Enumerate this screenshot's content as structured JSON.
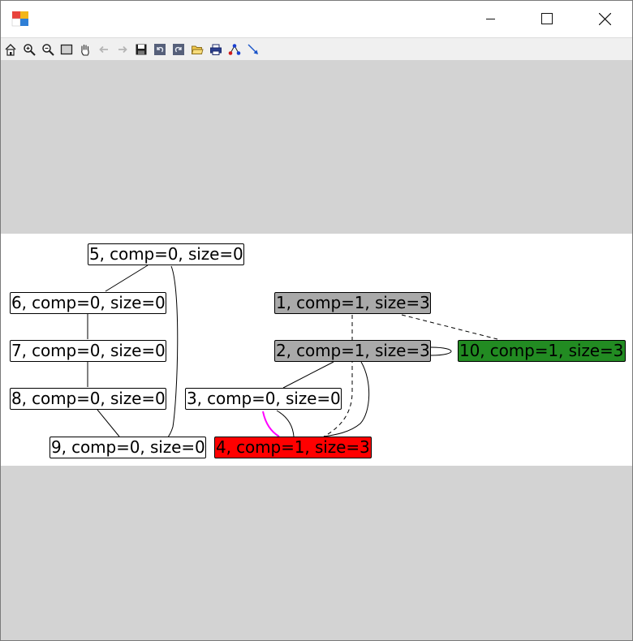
{
  "window": {
    "title": "",
    "controls": [
      "minimize",
      "maximize",
      "close"
    ]
  },
  "toolbar": {
    "buttons": [
      {
        "icon": "home-icon"
      },
      {
        "icon": "zoom-in-icon"
      },
      {
        "icon": "zoom-out-icon"
      },
      {
        "icon": "zoom-window-icon"
      },
      {
        "icon": "pan-hand-icon"
      },
      {
        "icon": "back-arrow-icon"
      },
      {
        "icon": "forward-arrow-icon"
      },
      {
        "icon": "save-icon"
      },
      {
        "icon": "undo-icon"
      },
      {
        "icon": "redo-icon"
      },
      {
        "icon": "open-folder-icon"
      },
      {
        "icon": "print-icon"
      },
      {
        "icon": "layout-graph-icon"
      },
      {
        "icon": "edge-arrow-icon"
      }
    ]
  },
  "graph": {
    "nodes": {
      "n1": {
        "label": "1, comp=1, size=3",
        "fill": "#a9a9a9"
      },
      "n2": {
        "label": "2, comp=1, size=3",
        "fill": "#a9a9a9"
      },
      "n3": {
        "label": "3, comp=0, size=0",
        "fill": "#ffffff"
      },
      "n4": {
        "label": "4, comp=1, size=3",
        "fill": "#ff0000"
      },
      "n5": {
        "label": "5, comp=0, size=0",
        "fill": "#ffffff"
      },
      "n6": {
        "label": "6, comp=0, size=0",
        "fill": "#ffffff"
      },
      "n7": {
        "label": "7, comp=0, size=0",
        "fill": "#ffffff"
      },
      "n8": {
        "label": "8, comp=0, size=0",
        "fill": "#ffffff"
      },
      "n9": {
        "label": "9, comp=0, size=0",
        "fill": "#ffffff"
      },
      "n10": {
        "label": "10, comp=1, size=3",
        "fill": "#228b22"
      }
    },
    "edges": [
      {
        "from": "5",
        "to": "6",
        "style": "solid"
      },
      {
        "from": "5",
        "to": "9",
        "style": "solid"
      },
      {
        "from": "6",
        "to": "7",
        "style": "solid"
      },
      {
        "from": "7",
        "to": "8",
        "style": "solid"
      },
      {
        "from": "8",
        "to": "9",
        "style": "solid"
      },
      {
        "from": "1",
        "to": "10",
        "style": "dashed"
      },
      {
        "from": "1",
        "to": "4",
        "style": "dashed"
      },
      {
        "from": "2",
        "to": "10",
        "style": "solid"
      },
      {
        "from": "2",
        "to": "3",
        "style": "solid"
      },
      {
        "from": "2",
        "to": "4",
        "style": "solid"
      },
      {
        "from": "3",
        "to": "4",
        "style": "solid"
      },
      {
        "from": "3",
        "to": "4",
        "style": "highlighted",
        "color": "#ff00ff"
      }
    ]
  },
  "colors": {
    "canvas_background": "#d3d3d3",
    "graph_background": "#ffffff",
    "highlight_edge": "#ff00ff"
  }
}
